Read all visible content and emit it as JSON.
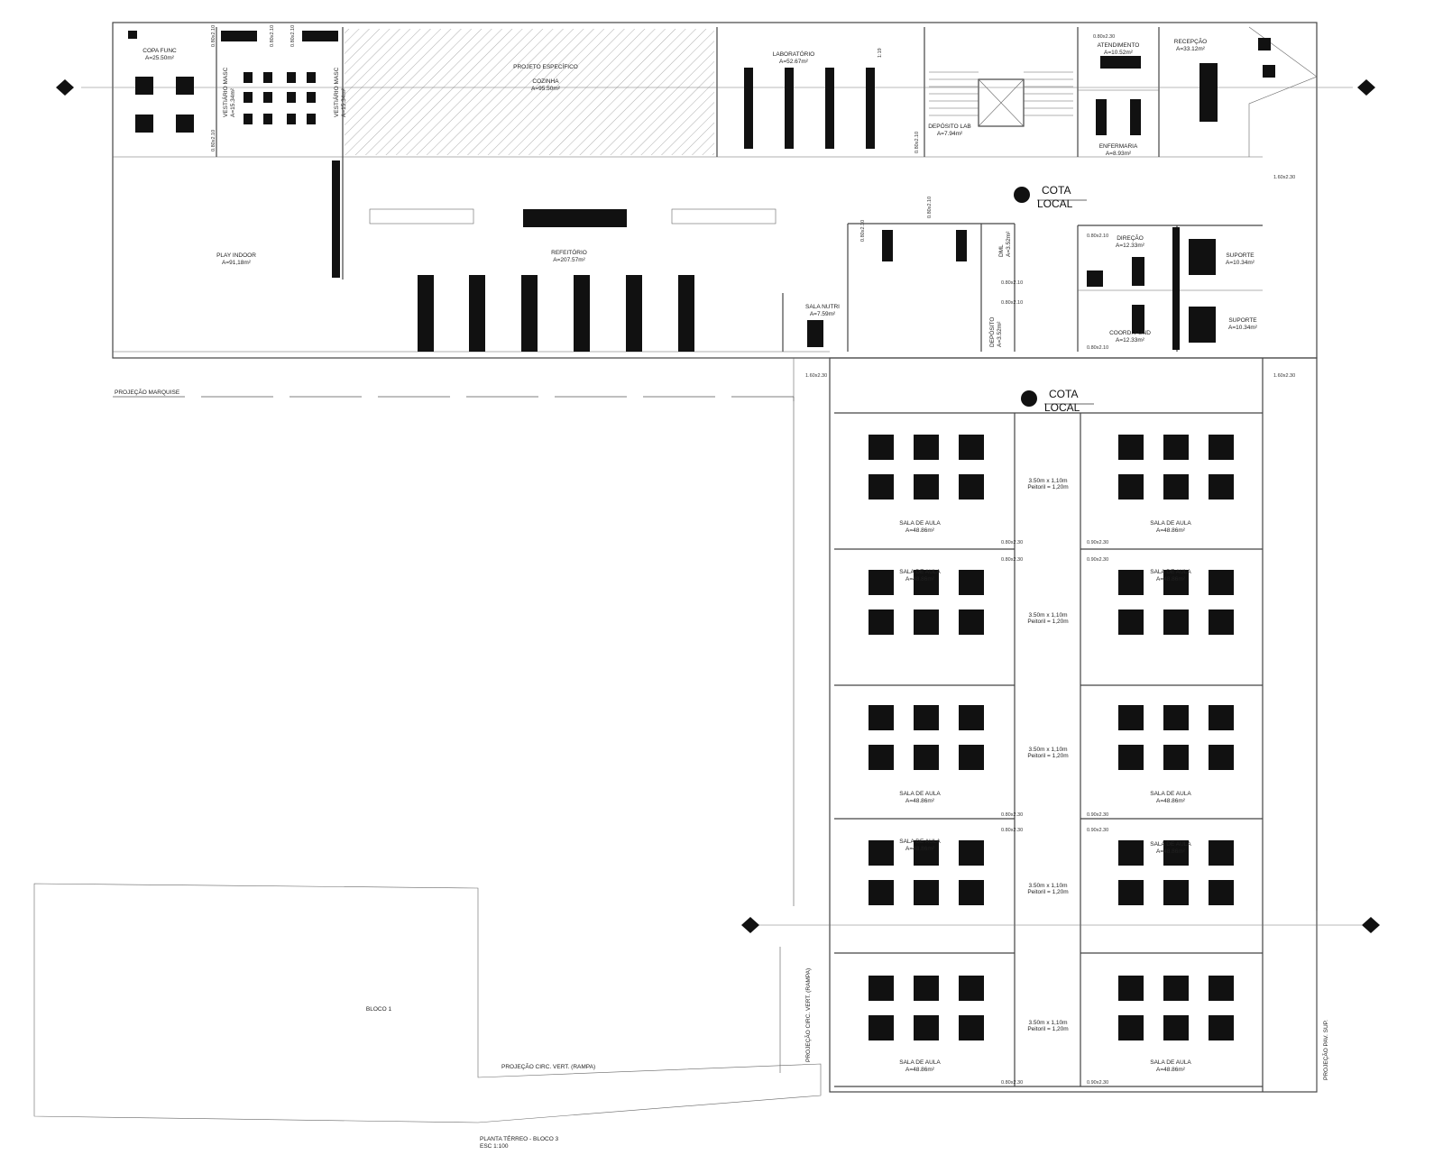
{
  "rooms": {
    "copa": {
      "name": "COPA FUNC",
      "area": "A=25.50m²"
    },
    "vestiario1": {
      "name": "VESTIÁRIO MASC",
      "area": "A=15.34m²"
    },
    "vestiario2": {
      "name": "VESTIÁRIO MASC",
      "area": "A=15.34m²"
    },
    "projeto": {
      "name": "PROJETO ESPECÍFICO"
    },
    "cozinha": {
      "name": "COZINHA",
      "area": "A=95.50m²"
    },
    "laboratorio": {
      "name": "LABORATÓRIO",
      "area": "A=52.67m²"
    },
    "deposito_lab": {
      "name": "DEPÓSITO LAB",
      "area": "A=7.94m²"
    },
    "atendimento": {
      "name": "ATENDIMENTO",
      "area": "A=10.52m²"
    },
    "recepcao": {
      "name": "RECEPÇÃO",
      "area": "A=33.12m²"
    },
    "enfermaria": {
      "name": "ENFERMARIA",
      "area": "A=8.93m²"
    },
    "play": {
      "name": "PLAY INDOOR",
      "area": "A=91,18m²"
    },
    "refeitorio": {
      "name": "REFEITÓRIO",
      "area": "A=207.57m²"
    },
    "sala_nutri": {
      "name": "SALA NUTRI",
      "area": "A=7.59m²"
    },
    "dml": {
      "name": "DML",
      "area": "A=3.52m²"
    },
    "deposito": {
      "name": "DEPÓSITO",
      "area": "A=3.52m²"
    },
    "direcao": {
      "name": "DIREÇÃO",
      "area": "A=12.33m²"
    },
    "coord": {
      "name": "COORD. FUND",
      "area": "A=12.33m²"
    },
    "suporte1": {
      "name": "SUPORTE",
      "area": "A=10.34m²"
    },
    "suporte2": {
      "name": "SUPORTE",
      "area": "A=10.34m²"
    },
    "sala_aula": {
      "name": "SALA DE AULA",
      "area": "A=48.86m²"
    }
  },
  "cota": {
    "line1": "COTA",
    "line2": "LOCAL"
  },
  "corridor": {
    "dim": "3.50m x 1,10m",
    "peitoril": "Peitoril = 1,20m"
  },
  "door_tags": {
    "d1": "0.80x2.10",
    "d2": "0.80x2.30",
    "d3": "0.90x2.30",
    "d4": "1.60x2.30",
    "stair": "1:19"
  },
  "labels": {
    "projecao_marquise": "PROJEÇÃO MARQUISE",
    "bloco1": "BLOCO 1",
    "circ_vert1": "PROJEÇÃO CIRC. VERT. (RAMPA)",
    "circ_vert2": "PROJEÇÃO CIRC. VERT. (RAMPA)",
    "pav_sup": "PROJEÇÃO PAV. SUP."
  },
  "title": {
    "line1": "PLANTA TÉRREO - BLOCO 3",
    "line2": "ESC 1:100"
  }
}
